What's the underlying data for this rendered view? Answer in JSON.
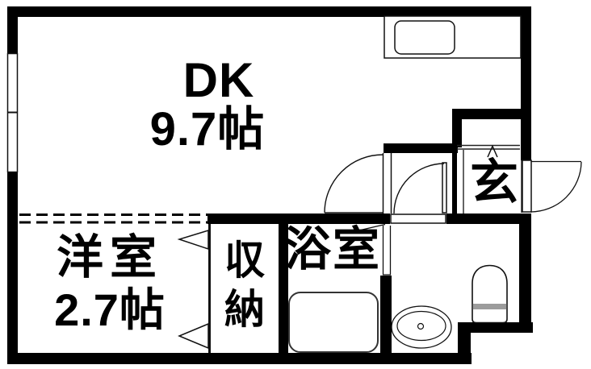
{
  "document": {
    "type": "apartment-floor-plan"
  },
  "rooms": {
    "dk": {
      "name": "DK",
      "size": "9.7帖"
    },
    "western_room": {
      "name": "洋室",
      "size": "2.7帖"
    },
    "storage": {
      "name": "収納",
      "chars": [
        "収",
        "納"
      ]
    },
    "bathroom": {
      "name": "浴室"
    },
    "entrance": {
      "name": "玄"
    }
  },
  "fixtures": [
    "kitchen-counter",
    "kitchen-sink",
    "bathtub",
    "wash-basin",
    "toilet",
    "window",
    "entrance-door",
    "room-door",
    "washroom-door",
    "bathroom-door",
    "closet-door",
    "entrance-step-mark"
  ],
  "colors": {
    "wall": "#000000",
    "line": "#1b1b1b",
    "toilet_tank_band": "#9c9c9c",
    "background": "#ffffff"
  }
}
